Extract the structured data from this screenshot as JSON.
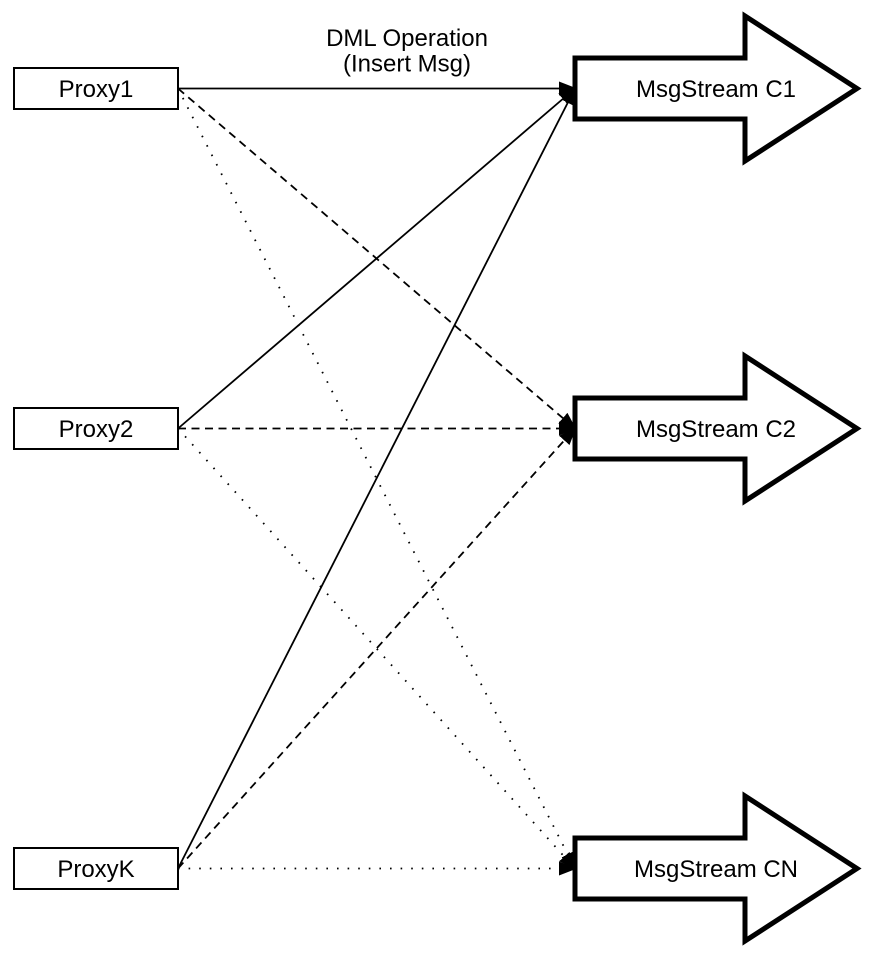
{
  "diagram": {
    "title_label": {
      "line1": "DML Operation",
      "line2": "(Insert Msg)"
    },
    "proxies": [
      {
        "id": "proxy1",
        "label": "Proxy1"
      },
      {
        "id": "proxy2",
        "label": "Proxy2"
      },
      {
        "id": "proxyk",
        "label": "ProxyK"
      }
    ],
    "streams": [
      {
        "id": "c1",
        "label": "MsgStream C1"
      },
      {
        "id": "c2",
        "label": "MsgStream C2"
      },
      {
        "id": "cn",
        "label": "MsgStream CN"
      }
    ],
    "edges": [
      {
        "from": "proxy1",
        "to": "c1",
        "style": "solid"
      },
      {
        "from": "proxy1",
        "to": "c2",
        "style": "dashed"
      },
      {
        "from": "proxy1",
        "to": "cn",
        "style": "dotted"
      },
      {
        "from": "proxy2",
        "to": "c1",
        "style": "solid"
      },
      {
        "from": "proxy2",
        "to": "c2",
        "style": "dashed"
      },
      {
        "from": "proxy2",
        "to": "cn",
        "style": "dotted"
      },
      {
        "from": "proxyk",
        "to": "c1",
        "style": "solid"
      },
      {
        "from": "proxyk",
        "to": "c2",
        "style": "dashed"
      },
      {
        "from": "proxyk",
        "to": "cn",
        "style": "dotted"
      }
    ],
    "colors": {
      "stroke": "#000000",
      "fill": "#ffffff",
      "background": "#ffffff"
    }
  }
}
